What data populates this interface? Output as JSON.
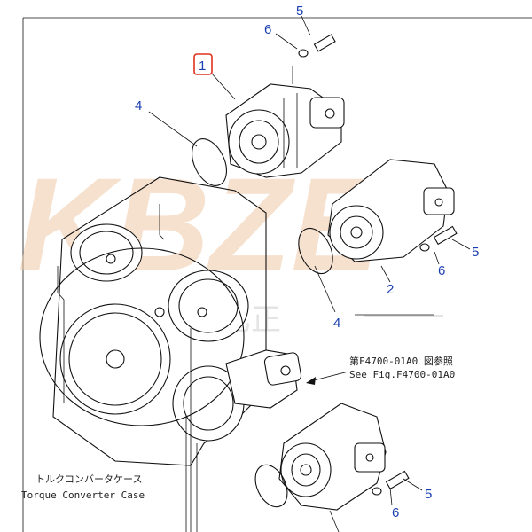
{
  "watermark": {
    "text": "KBZE",
    "subtext": "柯比正",
    "color": "#f0c9a8",
    "grey": "#d7d7d7"
  },
  "callouts": {
    "part_1": "1",
    "part_2": "2",
    "part_4_top": "4",
    "part_4_mid": "4",
    "part_5_top": "5",
    "part_5_mid": "5",
    "part_5_bot": "5",
    "part_6_top": "6",
    "part_6_mid": "6",
    "part_6_bot": "6"
  },
  "notes": {
    "see_fig_jp": "第F4700-01A0 図参照",
    "see_fig_en": "See Fig.F4700-01A0",
    "case_jp": "トルクコンバータケース",
    "case_en": "Torque Converter Case"
  },
  "colors": {
    "callout": "#1a3fb0",
    "highlight_box": "#e0321e",
    "line": "#111111"
  }
}
